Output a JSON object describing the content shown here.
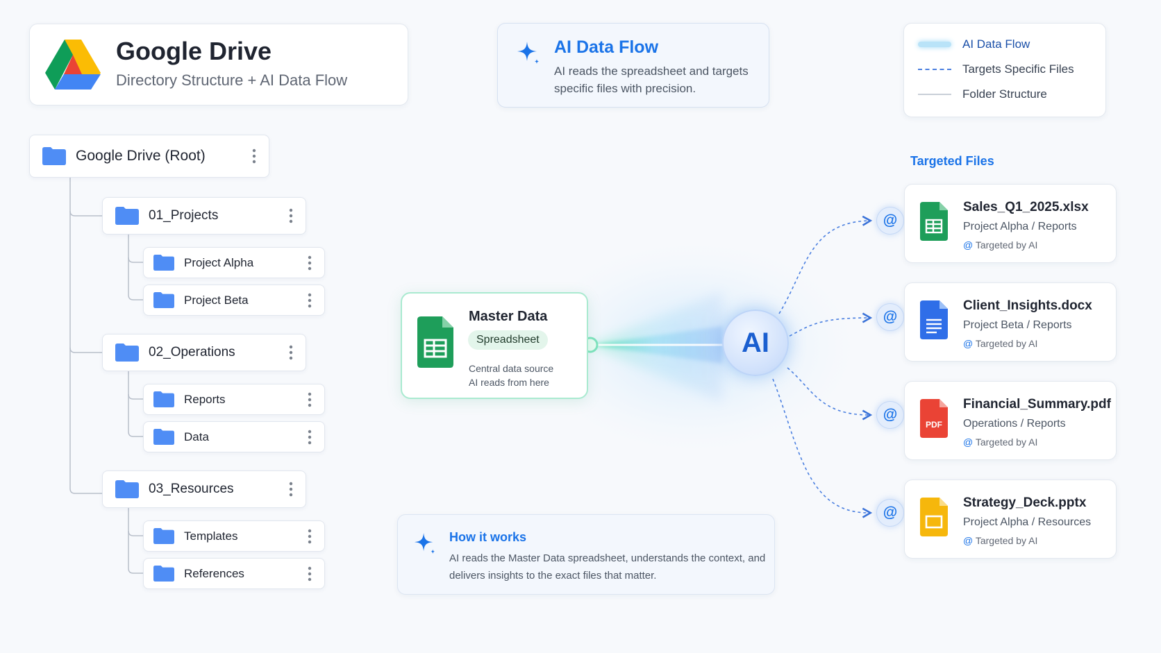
{
  "header": {
    "title": "Google Drive",
    "subtitle": "Directory Structure + AI Data Flow"
  },
  "flow_info": {
    "title": "AI Data Flow",
    "description": "AI reads the spreadsheet and targets specific files with precision."
  },
  "legend": {
    "items": [
      {
        "label": "AI Data Flow",
        "style": "glow"
      },
      {
        "label": "Targets Specific Files",
        "style": "dashed"
      },
      {
        "label": "Folder Structure",
        "style": "solid"
      }
    ]
  },
  "tree": {
    "root": "Google Drive (Root)",
    "folders": [
      {
        "name": "01_Projects",
        "children": [
          "Project Alpha",
          "Project Beta"
        ]
      },
      {
        "name": "02_Operations",
        "children": [
          "Reports",
          "Data"
        ]
      },
      {
        "name": "03_Resources",
        "children": [
          "Templates",
          "References"
        ]
      }
    ]
  },
  "master": {
    "title": "Master Data",
    "badge": "Spreadsheet",
    "desc_line1": "Central data source",
    "desc_line2": "AI reads from here"
  },
  "ai_node": {
    "label": "AI"
  },
  "how_it_works": {
    "title": "How it works",
    "description": "AI reads the Master Data spreadsheet, understands the context, and delivers insights to the exact files that matter."
  },
  "targets": {
    "heading": "Targeted Files",
    "mention_symbol": "@",
    "files": [
      {
        "name": "Sales_Q1_2025.xlsx",
        "path": "Project Alpha / Reports",
        "tag": "Targeted by AI",
        "icon": "sheets-icon"
      },
      {
        "name": "Client_Insights.docx",
        "path": "Project Beta / Reports",
        "tag": "Targeted by AI",
        "icon": "docs-icon"
      },
      {
        "name": "Financial_Summary.pdf",
        "path": "Operations / Reports",
        "tag": "Targeted by AI",
        "icon": "pdf-icon",
        "icon_text": "PDF"
      },
      {
        "name": "Strategy_Deck.pptx",
        "path": "Project Alpha / Resources",
        "tag": "Targeted by AI",
        "icon": "slides-icon"
      }
    ]
  },
  "colors": {
    "accent": "#1a73e8",
    "folder": "#4f8df5",
    "sheets": "#1e9e5a",
    "docs": "#2f6ee8",
    "pdf": "#ea4335",
    "slides": "#f6b70c",
    "flow_glow": "#5ee0b0"
  }
}
